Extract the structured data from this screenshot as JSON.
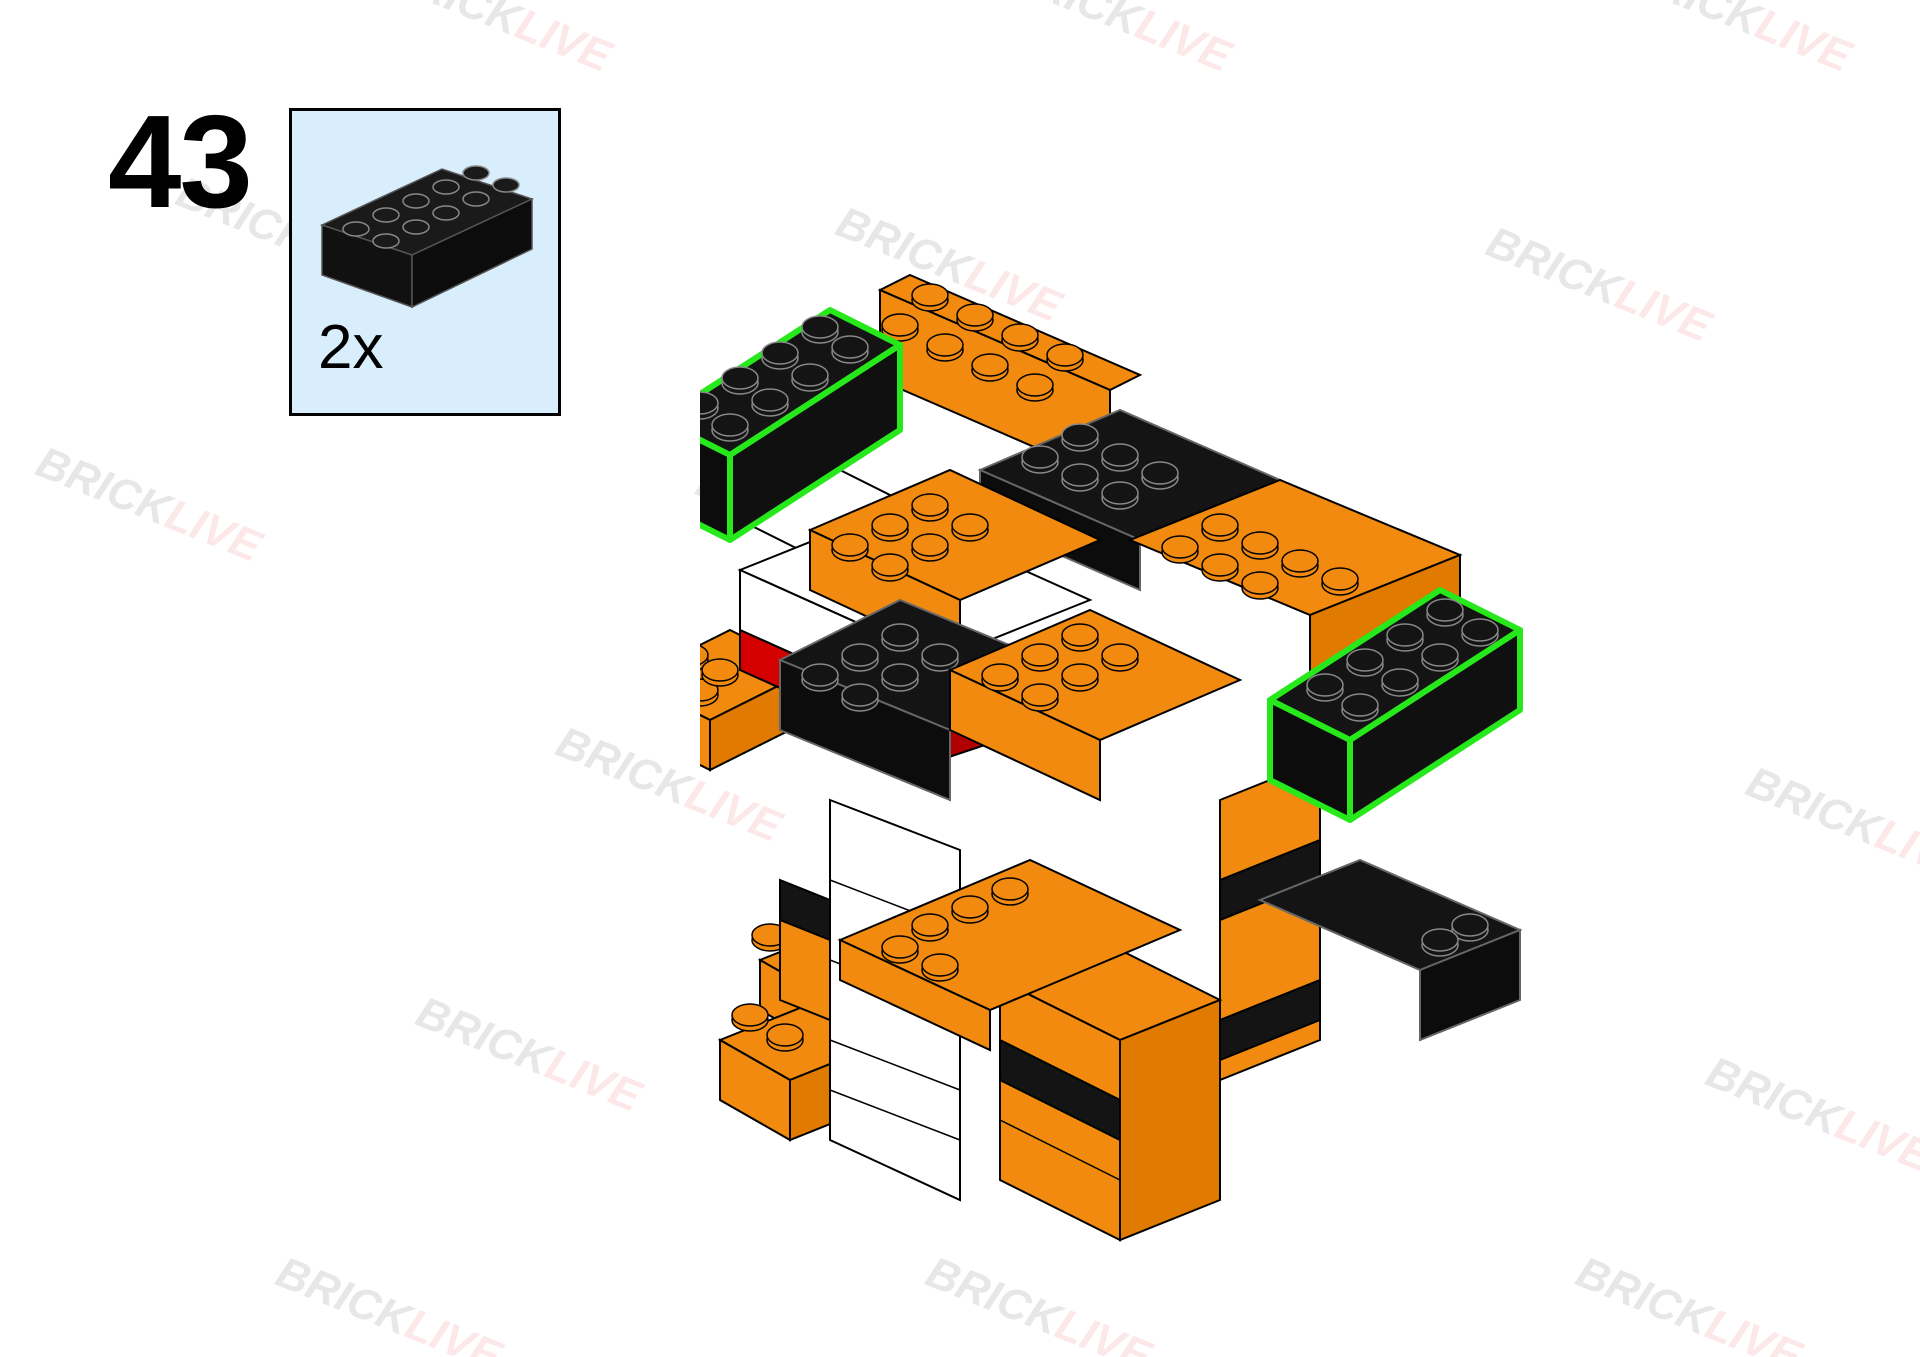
{
  "step": {
    "number": "43"
  },
  "parts_list": {
    "items": [
      {
        "part": "brick-2x4",
        "color": "#1a1a1a",
        "quantity": "2x"
      }
    ],
    "background": "#d9eefc"
  },
  "watermark": {
    "brand_a": "BRICK",
    "brand_b": "LIVE",
    "accent": "#e8001c"
  },
  "colors": {
    "orange": "#f28a0f",
    "black": "#141414",
    "white": "#ffffff",
    "red": "#d40000",
    "highlight": "#26e81a"
  }
}
